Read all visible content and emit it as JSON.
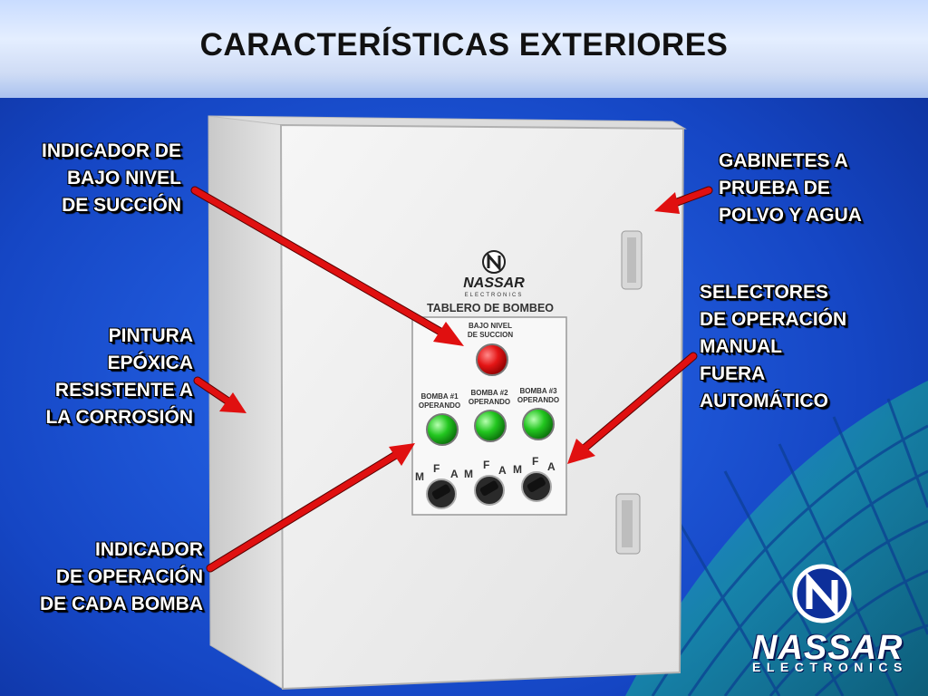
{
  "title": "CARACTERÍSTICAS EXTERIORES",
  "callouts": {
    "bajo_nivel": [
      "INDICADOR DE",
      "BAJO NIVEL",
      "DE SUCCIÓN"
    ],
    "pintura": [
      "PINTURA",
      "EPÓXICA",
      "RESISTENTE A",
      "LA CORROSIÓN"
    ],
    "indicador_bomba": [
      "INDICADOR",
      "DE OPERACIÓN",
      "DE CADA BOMBA"
    ],
    "gabinetes": [
      "GABINETES A",
      "PRUEBA DE",
      "POLVO Y AGUA"
    ],
    "selectores": [
      "SELECTORES",
      "DE OPERACIÓN",
      "MANUAL",
      "FUERA",
      "AUTOMÁTICO"
    ]
  },
  "panel": {
    "brand": "NASSAR",
    "brand_sub": "ELECTRONICS",
    "label": "TABLERO DE BOMBEO",
    "low_level_line1": "BAJO NIVEL",
    "low_level_line2": "DE SUCCION",
    "pumps": [
      {
        "line1": "BOMBA #1",
        "line2": "OPERANDO"
      },
      {
        "line1": "BOMBA #2",
        "line2": "OPERANDO"
      },
      {
        "line1": "BOMBA #3",
        "line2": "OPERANDO"
      }
    ],
    "selector_letters": [
      "M",
      "F",
      "A"
    ]
  },
  "logo": {
    "brand": "NASSAR",
    "sub": "ELECTRONICS"
  },
  "colors": {
    "background": "#1a4fd0",
    "arrow": "#e01010",
    "pilot_red": "#e41515",
    "pilot_green": "#22c61f",
    "cabinet": "#ececec"
  },
  "icons": {
    "logo": "nassar-n-logo-icon",
    "arrow": "red-arrow-icon",
    "pilot_light": "pilot-light-icon",
    "selector": "selector-switch-icon"
  }
}
